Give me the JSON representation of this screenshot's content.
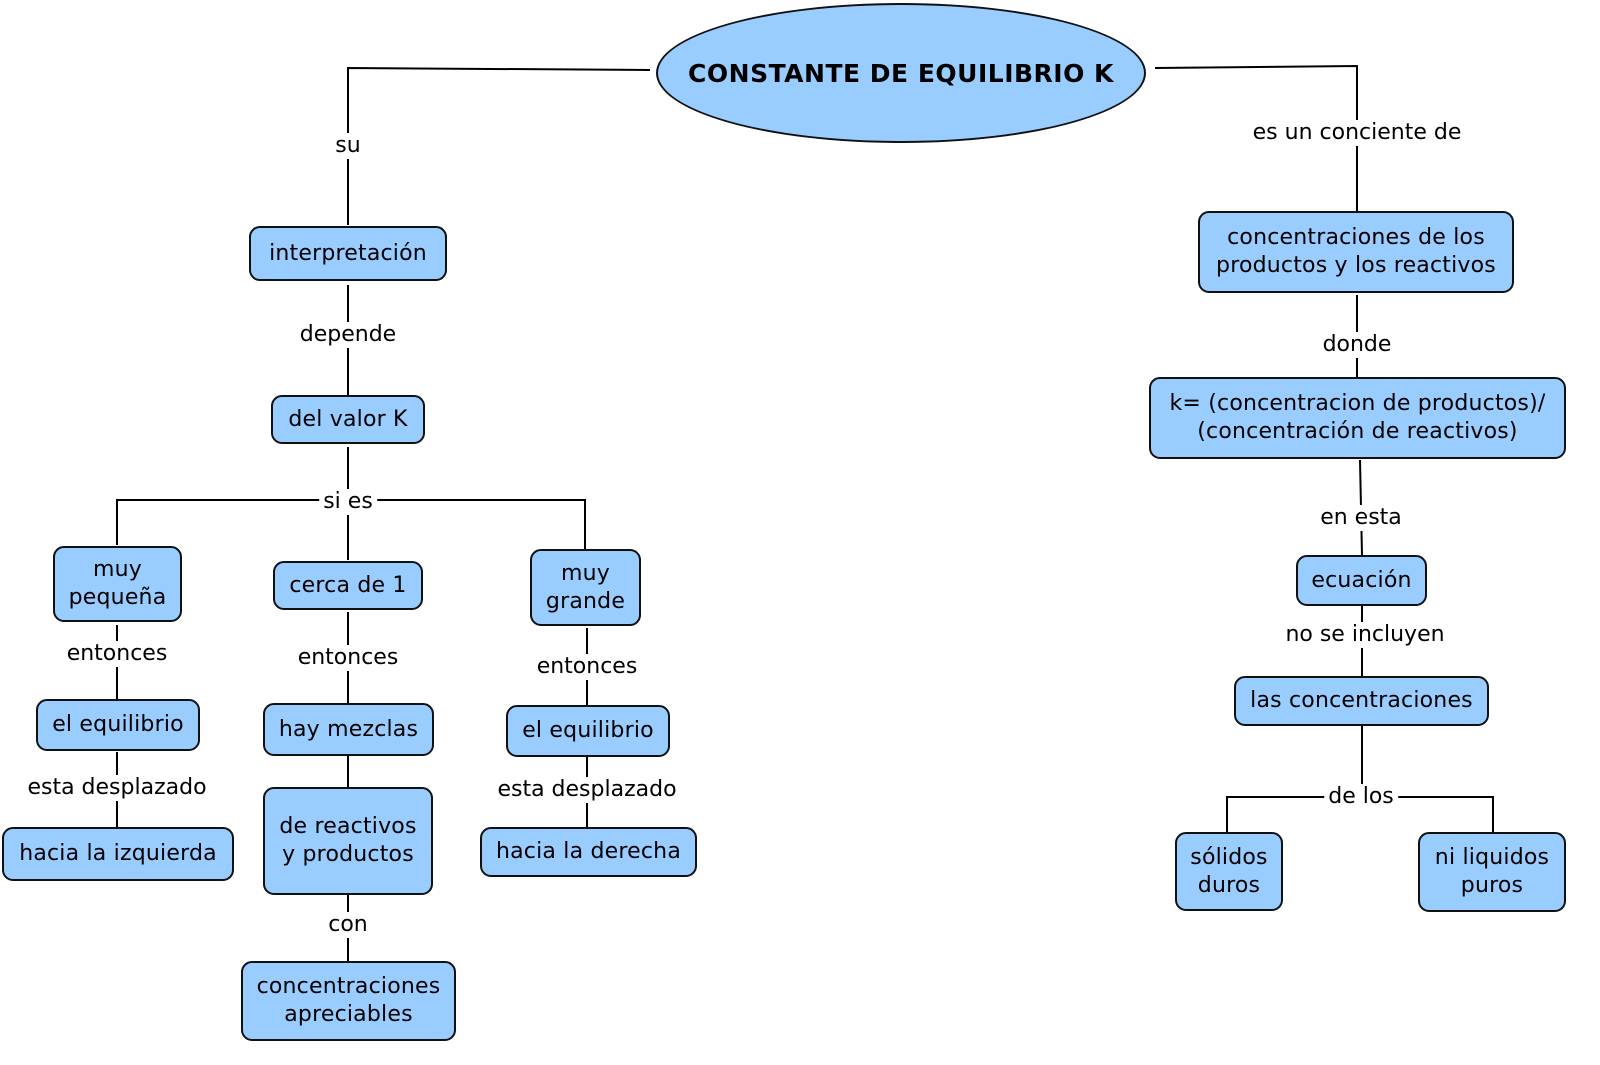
{
  "root": "CONSTANTE DE EQUILIBRIO K",
  "left": {
    "link_su": "su",
    "interpretacion": "interpretación",
    "link_depende": "depende",
    "valor_k": "del valor K",
    "link_si_es": "si es",
    "muy_pequena": "muy pequeña",
    "cerca_de_1": "cerca de 1",
    "muy_grande": "muy grande",
    "link_entonces": "entonces",
    "equilibrio": "el equilibrio",
    "link_desplazado": "esta desplazado",
    "izquierda": "hacia la izquierda",
    "derecha": "hacia la derecha",
    "hay_mezclas": "hay mezclas",
    "reactivos_productos": "de reactivos y productos",
    "link_con": "con",
    "concentraciones_apreciables": "concentraciones apreciables"
  },
  "right": {
    "link_cociente": "es un conciente de",
    "concentraciones": "concentraciones de los productos y los reactivos",
    "link_donde": "donde",
    "formula": "k= (concentracion de productos)/ (concentración de reactivos)",
    "link_en_esta": "en esta",
    "ecuacion": "ecuación",
    "link_no_incluyen": "no se incluyen",
    "las_concentraciones": "las concentraciones",
    "link_de_los": "de los",
    "solidos": "sólidos duros",
    "liquidos": "ni liquidos puros"
  }
}
